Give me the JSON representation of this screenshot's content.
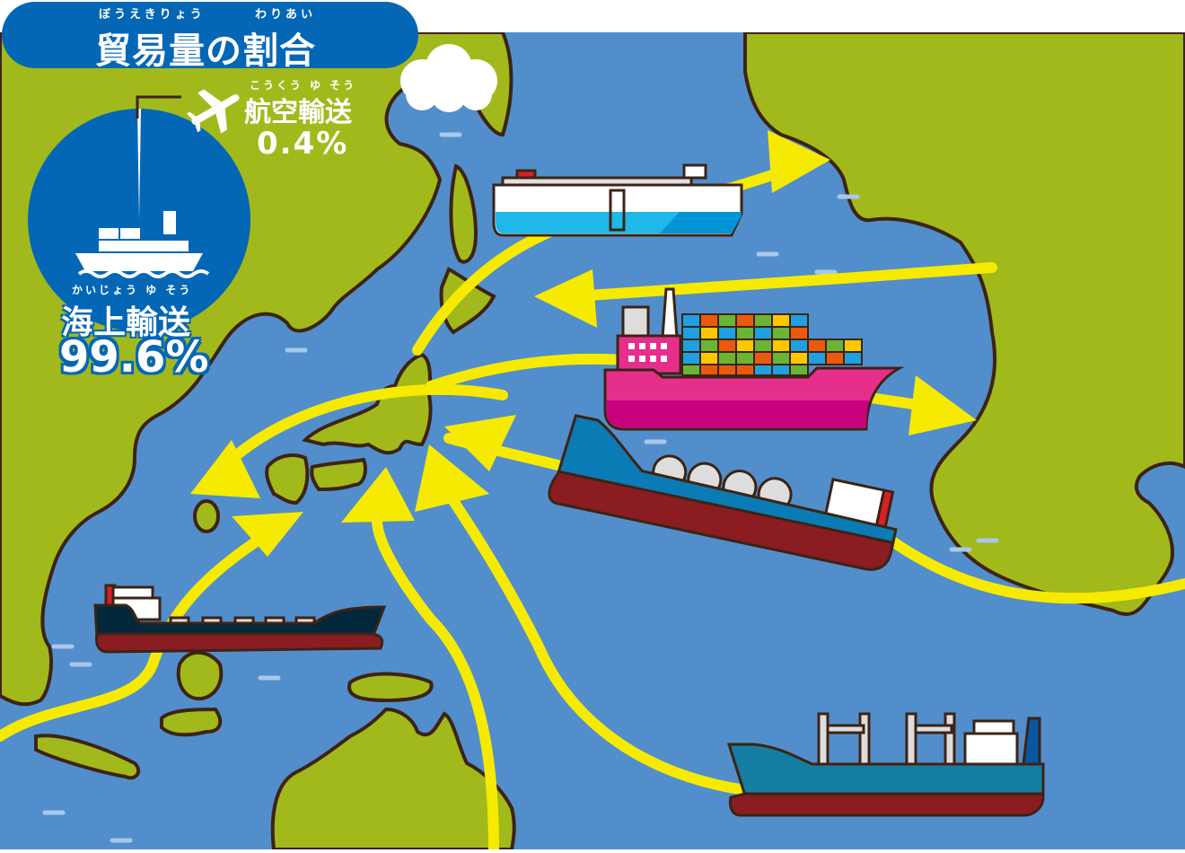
{
  "title": {
    "ruby_left": "ぼうえきりょう",
    "ruby_right": "わりあい",
    "text": "貿易量の割合"
  },
  "air_transport": {
    "ruby": "こうくう ゆ そう",
    "label": "航空輸送",
    "value": "0.4%",
    "icon": "airplane-icon"
  },
  "sea_transport": {
    "ruby": "かいじょう ゆ そう",
    "label": "海上輸送",
    "value": "99.6%",
    "icon": "ship-icon"
  },
  "chart_data": {
    "type": "pie",
    "title": "貿易量の割合",
    "categories": [
      "海上輸送",
      "航空輸送"
    ],
    "values": [
      99.6,
      0.4
    ],
    "unit": "%"
  },
  "colors": {
    "sea": "#528ecb",
    "land": "#a2b91c",
    "title_bg": "#0467b6",
    "route": "#f6ea00",
    "outline": "#3d2314",
    "pie": "#0467b6"
  },
  "ships": [
    {
      "name": "car-carrier",
      "hull_colors": [
        "#ffffff",
        "#1fb8eb"
      ]
    },
    {
      "name": "container-ship",
      "hull_colors": [
        "#e62e8b",
        "#c7007e"
      ]
    },
    {
      "name": "lng-tanker",
      "hull_colors": [
        "#0a7bb4",
        "#8b1c22"
      ]
    },
    {
      "name": "oil-tanker",
      "hull_colors": [
        "#03283c",
        "#8b1c22"
      ]
    },
    {
      "name": "bulk-carrier",
      "hull_colors": [
        "#137ea1",
        "#8b1c22"
      ]
    }
  ]
}
